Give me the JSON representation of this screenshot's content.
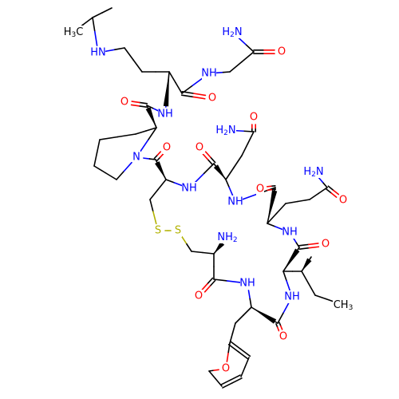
{
  "molecule": {
    "atom_labels": [
      {
        "id": "ch3-isopropyl",
        "elem": "C",
        "text": "H3C",
        "sub": "3"
      },
      {
        "id": "hn-isopropyl",
        "elem": "N",
        "text": "HN"
      },
      {
        "id": "h2n-gly",
        "elem": "N",
        "text": "H2N",
        "sub": "2"
      },
      {
        "id": "o-gly",
        "elem": "O",
        "text": "O"
      },
      {
        "id": "nh-gly",
        "elem": "N",
        "text": "NH"
      },
      {
        "id": "o-orn",
        "elem": "O",
        "text": "O"
      },
      {
        "id": "nh-orn",
        "elem": "N",
        "text": "NH"
      },
      {
        "id": "o-pro-amide",
        "elem": "O",
        "text": "O"
      },
      {
        "id": "h2n-asn",
        "elem": "N",
        "text": "H2N",
        "sub": "2"
      },
      {
        "id": "o-asn-side",
        "elem": "O",
        "text": "O"
      },
      {
        "id": "n-pro",
        "elem": "N",
        "text": "N"
      },
      {
        "id": "o-pro-carbonyl",
        "elem": "O",
        "text": "O"
      },
      {
        "id": "o-cys-carbonyl",
        "elem": "O",
        "text": "O"
      },
      {
        "id": "h2n-gln",
        "elem": "N",
        "text": "H2N",
        "sub": "2"
      },
      {
        "id": "nh-cys",
        "elem": "N",
        "text": "NH"
      },
      {
        "id": "o-asn-carbonyl",
        "elem": "O",
        "text": "O"
      },
      {
        "id": "o-gln-side",
        "elem": "O",
        "text": "O"
      },
      {
        "id": "nh-asn",
        "elem": "N",
        "text": "NH"
      },
      {
        "id": "s-1",
        "elem": "S",
        "text": "S"
      },
      {
        "id": "s-2",
        "elem": "S",
        "text": "S"
      },
      {
        "id": "nh2-cys",
        "elem": "N",
        "text": "NH2",
        "sub": "2"
      },
      {
        "id": "nh-gln",
        "elem": "N",
        "text": "NH"
      },
      {
        "id": "o-ile",
        "elem": "O",
        "text": "O"
      },
      {
        "id": "nh-ile",
        "elem": "N",
        "text": "NH"
      },
      {
        "id": "o-cys-n-term",
        "elem": "O",
        "text": "O"
      },
      {
        "id": "ch3-ile",
        "elem": "C",
        "text": "CH3",
        "sub": "3"
      },
      {
        "id": "nh-fur",
        "elem": "N",
        "text": "NH"
      },
      {
        "id": "o-fur-carbonyl",
        "elem": "O",
        "text": "O"
      },
      {
        "id": "o-furan",
        "elem": "O",
        "text": "O"
      }
    ]
  }
}
